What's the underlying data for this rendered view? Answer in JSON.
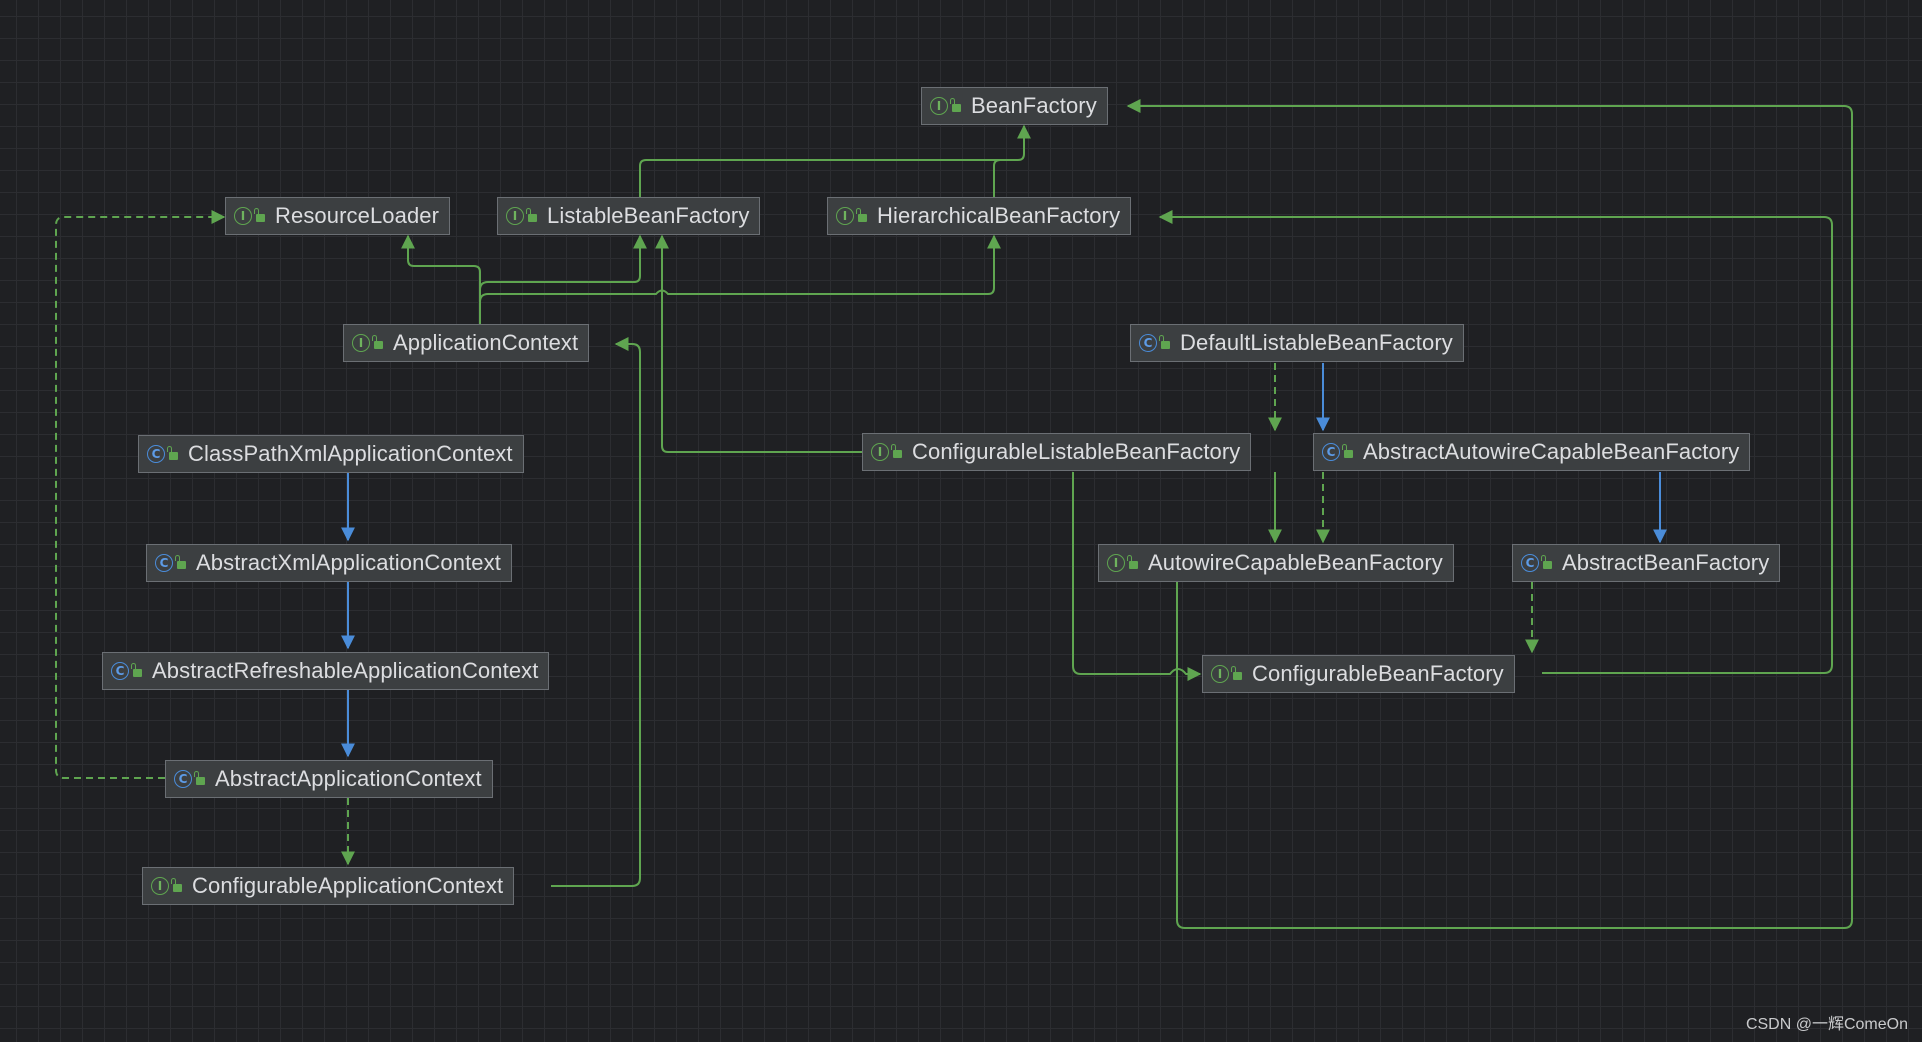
{
  "colors": {
    "implements_edge": "#5fa550",
    "extends_edge": "#4a8cd9",
    "node_bg": "#3c3f41",
    "node_border": "#6b6f74",
    "text": "#dcdde0"
  },
  "nodes": [
    {
      "id": "BeanFactory",
      "label": "BeanFactory",
      "kind": "interface"
    },
    {
      "id": "ResourceLoader",
      "label": "ResourceLoader",
      "kind": "interface"
    },
    {
      "id": "ListableBeanFactory",
      "label": "ListableBeanFactory",
      "kind": "interface"
    },
    {
      "id": "HierarchicalBeanFactory",
      "label": "HierarchicalBeanFactory",
      "kind": "interface"
    },
    {
      "id": "ApplicationContext",
      "label": "ApplicationContext",
      "kind": "interface"
    },
    {
      "id": "DefaultListableBeanFactory",
      "label": "DefaultListableBeanFactory",
      "kind": "class"
    },
    {
      "id": "ClassPathXmlApplicationContext",
      "label": "ClassPathXmlApplicationContext",
      "kind": "class"
    },
    {
      "id": "ConfigurableListableBeanFactory",
      "label": "ConfigurableListableBeanFactory",
      "kind": "interface"
    },
    {
      "id": "AbstractAutowireCapableBeanFactory",
      "label": "AbstractAutowireCapableBeanFactory",
      "kind": "class"
    },
    {
      "id": "AbstractXmlApplicationContext",
      "label": "AbstractXmlApplicationContext",
      "kind": "class"
    },
    {
      "id": "AutowireCapableBeanFactory",
      "label": "AutowireCapableBeanFactory",
      "kind": "interface"
    },
    {
      "id": "AbstractBeanFactory",
      "label": "AbstractBeanFactory",
      "kind": "class"
    },
    {
      "id": "AbstractRefreshableApplicationContext",
      "label": "AbstractRefreshableApplicationContext",
      "kind": "class"
    },
    {
      "id": "ConfigurableBeanFactory",
      "label": "ConfigurableBeanFactory",
      "kind": "interface"
    },
    {
      "id": "AbstractApplicationContext",
      "label": "AbstractApplicationContext",
      "kind": "class"
    },
    {
      "id": "ConfigurableApplicationContext",
      "label": "ConfigurableApplicationContext",
      "kind": "interface"
    }
  ],
  "edges": [
    {
      "from": "ListableBeanFactory",
      "to": "BeanFactory",
      "type": "extends-interface"
    },
    {
      "from": "HierarchicalBeanFactory",
      "to": "BeanFactory",
      "type": "extends-interface"
    },
    {
      "from": "ApplicationContext",
      "to": "ResourceLoader",
      "type": "extends-interface"
    },
    {
      "from": "ApplicationContext",
      "to": "ListableBeanFactory",
      "type": "extends-interface"
    },
    {
      "from": "ApplicationContext",
      "to": "HierarchicalBeanFactory",
      "type": "extends-interface"
    },
    {
      "from": "ConfigurableListableBeanFactory",
      "to": "ListableBeanFactory",
      "type": "extends-interface"
    },
    {
      "from": "ConfigurableListableBeanFactory",
      "to": "AutowireCapableBeanFactory",
      "type": "extends-interface"
    },
    {
      "from": "ConfigurableListableBeanFactory",
      "to": "ConfigurableBeanFactory",
      "type": "extends-interface"
    },
    {
      "from": "DefaultListableBeanFactory",
      "to": "ConfigurableListableBeanFactory",
      "type": "implements"
    },
    {
      "from": "DefaultListableBeanFactory",
      "to": "AbstractAutowireCapableBeanFactory",
      "type": "extends-class"
    },
    {
      "from": "AbstractAutowireCapableBeanFactory",
      "to": "AutowireCapableBeanFactory",
      "type": "implements"
    },
    {
      "from": "AbstractAutowireCapableBeanFactory",
      "to": "AbstractBeanFactory",
      "type": "extends-class"
    },
    {
      "from": "AbstractBeanFactory",
      "to": "ConfigurableBeanFactory",
      "type": "implements"
    },
    {
      "from": "ConfigurableBeanFactory",
      "to": "HierarchicalBeanFactory",
      "type": "extends-interface"
    },
    {
      "from": "AutowireCapableBeanFactory",
      "to": "BeanFactory",
      "type": "extends-interface"
    },
    {
      "from": "ClassPathXmlApplicationContext",
      "to": "AbstractXmlApplicationContext",
      "type": "extends-class"
    },
    {
      "from": "AbstractXmlApplicationContext",
      "to": "AbstractRefreshableApplicationContext",
      "type": "extends-class"
    },
    {
      "from": "AbstractRefreshableApplicationContext",
      "to": "AbstractApplicationContext",
      "type": "extends-class"
    },
    {
      "from": "AbstractApplicationContext",
      "to": "ConfigurableApplicationContext",
      "type": "implements"
    },
    {
      "from": "AbstractApplicationContext",
      "to": "ResourceLoader",
      "type": "extends-class-dashed"
    },
    {
      "from": "ConfigurableApplicationContext",
      "to": "ApplicationContext",
      "type": "extends-interface"
    }
  ],
  "watermark": "CSDN @一辉ComeOn"
}
